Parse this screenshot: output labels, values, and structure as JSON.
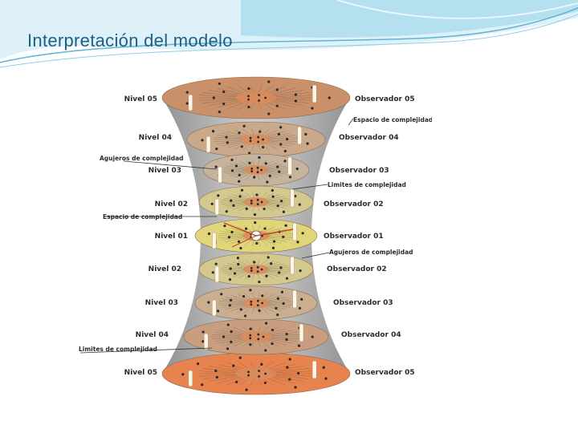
{
  "slide": {
    "title": "Interpretación del modelo",
    "colors": {
      "title": "#1f5f86",
      "swoosh": "#7cc6e2"
    }
  },
  "figure": {
    "levels_top": [
      {
        "nivel": "Nivel 05",
        "observador": "Observador 05",
        "color": "#c9906a"
      },
      {
        "nivel": "Nivel 04",
        "observador": "Observador 04",
        "color": "#c9a98a"
      },
      {
        "nivel": "Nivel 03",
        "observador": "Observador 03",
        "color": "#c6b39b"
      },
      {
        "nivel": "Nivel 02",
        "observador": "Observador 02",
        "color": "#d3c98e"
      }
    ],
    "center": {
      "nivel": "Nivel 01",
      "observador": "Observador 01",
      "color": "#e1d57a"
    },
    "levels_bottom": [
      {
        "nivel": "Nivel 02",
        "observador": "Observador 02",
        "color": "#d3c98e"
      },
      {
        "nivel": "Nivel 03",
        "observador": "Observador 03",
        "color": "#c9ae90"
      },
      {
        "nivel": "Nivel 04",
        "observador": "Observador 04",
        "color": "#c89e7e"
      },
      {
        "nivel": "Nivel 05",
        "observador": "Observador 05",
        "color": "#e7834f"
      }
    ],
    "annotations": {
      "espacio_right": "Espacio de complejidad",
      "agujeros_left": "Agujeros de complejidad",
      "limites_right": "Limites de complejidad",
      "espacio_left": "Espacio de complejidad",
      "agujeros_right": "Agujeros de complejidad",
      "limites_left": "Limites de complejidad"
    }
  }
}
